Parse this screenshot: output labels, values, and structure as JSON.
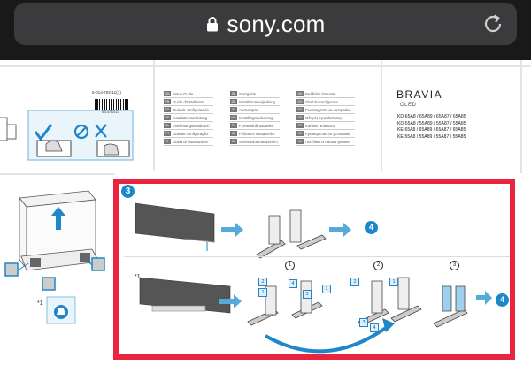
{
  "browser": {
    "url": "sony.com",
    "icons": {
      "lock": "lock-icon",
      "reload": "reload-icon"
    }
  },
  "manual": {
    "part_number": "5-014-782-11(1)",
    "barcode_number": "5014782111",
    "brand": "BRAVIA",
    "subtitle": "OLED",
    "models": [
      "KD-65A8 / 65A89 / 65A87 / 65A85",
      "KD-55A8 / 55A89 / 55A87 / 55A85",
      "KE-65A8 / 65A89 / 65A87 / 65A85",
      "KE-55A8 / 55A89 / 55A87 / 55A85"
    ],
    "languages": [
      [
        [
          "GB",
          "Setup Guide"
        ],
        [
          "FR",
          "Guide d'installation"
        ],
        [
          "ES",
          "Guía de configuración"
        ],
        [
          "DE",
          "Installationsanleitung"
        ],
        [
          "NL",
          "Einrichtungshandbuch"
        ],
        [
          "PT",
          "Guia de configuração"
        ],
        [
          "IT",
          "Guida di installazione"
        ]
      ],
      [
        [
          "SE",
          "Startguide"
        ],
        [
          "DK",
          "Installationsvejledning"
        ],
        [
          "FI",
          "Asetusopas"
        ],
        [
          "NO",
          "Innstillingsveiledning"
        ],
        [
          "PL",
          "Przewodnik ustawień"
        ],
        [
          "CZ",
          "Průvodce nastavením"
        ],
        [
          "SK",
          "Sprievodca nastavením"
        ]
      ],
      [
        [
          "HU",
          "Beállítási útmutató"
        ],
        [
          "RO",
          "Ghid de configurare"
        ],
        [
          "BG",
          "Ръководство за настройка"
        ],
        [
          "GR",
          "Οδηγός εγκατάστασης"
        ],
        [
          "TR",
          "Kurulum Kılavuzu"
        ],
        [
          "RU",
          "Руководство по установке"
        ],
        [
          "UA",
          "Посібник із налаштування"
        ]
      ]
    ],
    "step": {
      "number": "3",
      "next_step": "4",
      "sub_steps": [
        "1",
        "2",
        "3"
      ],
      "part_labels": [
        "1",
        "2",
        "3",
        "4"
      ],
      "footnote_mark": "*1"
    },
    "left_footnote_mark": "*1"
  },
  "colors": {
    "highlight": "#e8243e",
    "accent_blue": "#1d87c9",
    "arrow_blue": "#56a9d8"
  }
}
